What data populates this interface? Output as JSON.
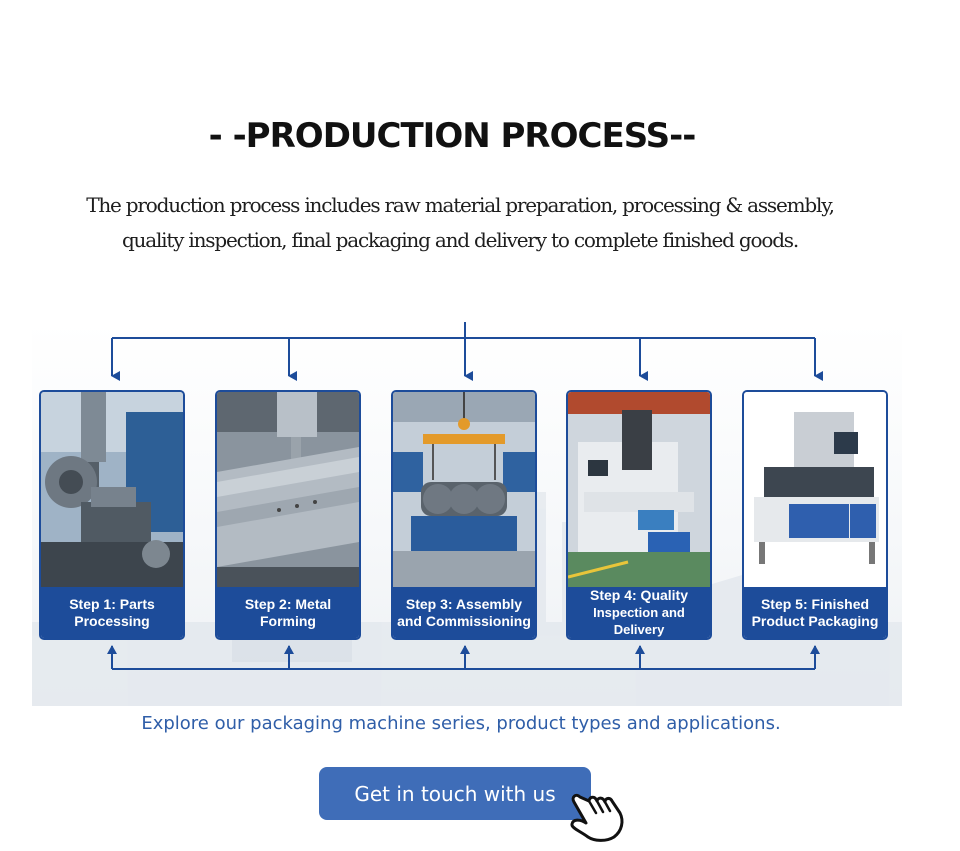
{
  "header": {
    "title": "- -PRODUCTION PROCESS--",
    "subtitle_line1": "The production process includes raw material preparation, processing & assembly,",
    "subtitle_line2": "quality inspection, final packaging and delivery to complete finished goods."
  },
  "steps": [
    {
      "line1": "Step 1: Parts",
      "line2": "Processing"
    },
    {
      "line1": "Step 2: Metal",
      "line2": "Forming"
    },
    {
      "line1": "Step 3: Assembly",
      "line2": "and Commissioning"
    },
    {
      "line1": "Step 4: Quality",
      "line2": "Inspection and Delivery"
    },
    {
      "line1": "Step 5: Finished",
      "line2": "Product Packaging"
    }
  ],
  "explore_text": "Explore our packaging machine series, product types and applications.",
  "cta": {
    "label": "Get in touch with us"
  },
  "colors": {
    "brand_blue": "#1d4c9a",
    "button_blue": "#3f6db8",
    "link_blue": "#2f5ea8"
  },
  "icons": {
    "cursor": "pointing-hand-icon"
  }
}
